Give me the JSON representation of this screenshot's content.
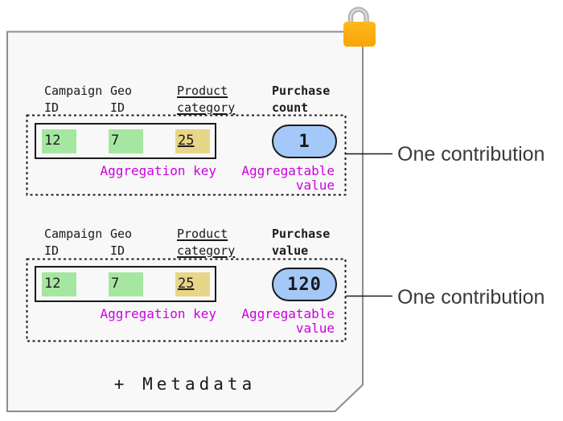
{
  "palette": {
    "document_fill": "#f8f8f8",
    "document_border": "#8c8c8c",
    "ink": "#1a1a1a",
    "key_cell_green": "#a5e6a1",
    "key_cell_yellow": "#e7d687",
    "value_pill_blue": "#a4c9f8",
    "annotation_magenta": "#cc00e0",
    "lock_orange_top": "#ffb81c",
    "lock_orange_bottom": "#f9a306",
    "lock_shackle_gray": "#b5b5b5",
    "lock_shackle_highlight": "#dcdcdc",
    "contribution_text": "#3a3a3a"
  },
  "icons": {
    "lock": "padlock"
  },
  "records": [
    {
      "columns": [
        {
          "label": "Campaign\nID"
        },
        {
          "label": "Geo\nID"
        },
        {
          "label": "Product\ncategory"
        },
        {
          "label": "Purchase\ncount"
        }
      ],
      "key_cells": [
        {
          "value": "12"
        },
        {
          "value": "7"
        },
        {
          "value": "25"
        }
      ],
      "key_label": "Aggregation key",
      "value": "1",
      "value_label": "Aggregatable\nvalue",
      "annotation": "One contribution"
    },
    {
      "columns": [
        {
          "label": "Campaign\nID"
        },
        {
          "label": "Geo\nID"
        },
        {
          "label": "Product\ncategory"
        },
        {
          "label": "Purchase\nvalue"
        }
      ],
      "key_cells": [
        {
          "value": "12"
        },
        {
          "value": "7"
        },
        {
          "value": "25"
        }
      ],
      "key_label": "Aggregation key",
      "value": "120",
      "value_label": "Aggregatable\nvalue",
      "annotation": "One contribution"
    }
  ],
  "footer": {
    "metadata_label": "+ Metadata"
  }
}
